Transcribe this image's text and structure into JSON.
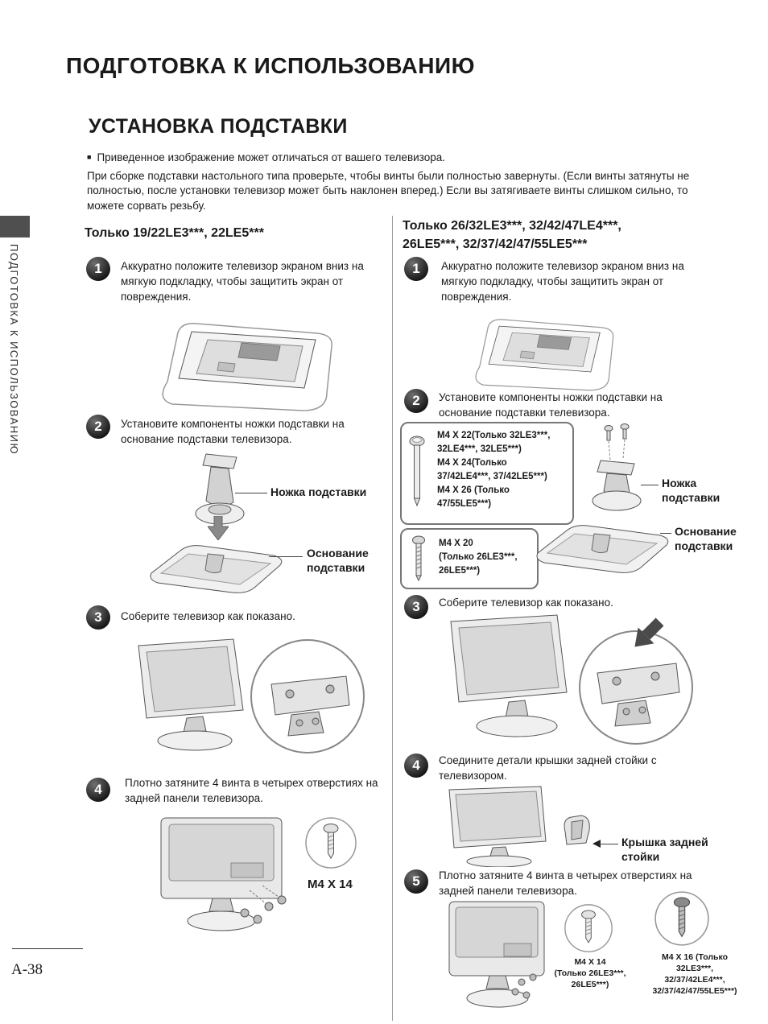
{
  "header": {
    "main_title": "ПОДГОТОВКА К ИСПОЛЬЗОВАНИЮ",
    "section_title": "УСТАНОВКА ПОДСТАВКИ",
    "note_bullet": "■",
    "note": "Приведенное изображение может отличаться от вашего телевизора.",
    "intro": "При сборке подставки настольного типа проверьте, чтобы винты были полностью завернуты. (Если винты затянуты не полностью, после установки телевизор может быть наклонен вперед.) Если вы затягиваете винты слишком сильно, то можете сорвать резьбу."
  },
  "sidebar": {
    "text": "ПОДГОТОВКА К ИСПОЛЬЗОВАНИЮ"
  },
  "footer": {
    "page_number": "A-38"
  },
  "left": {
    "heading": "Только 19/22LE3***, 22LE5***",
    "steps": [
      {
        "num": "1",
        "text": "Аккуратно положите телевизор экраном вниз на мягкую подкладку, чтобы защитить экран от повреждения."
      },
      {
        "num": "2",
        "text": "Установите компоненты ножки подставки  на основание подставки телевизора."
      },
      {
        "num": "3",
        "text": "Соберите телевизор как показано."
      },
      {
        "num": "4",
        "text": "Плотно затяните 4 винта в четырех отверстиях на задней панели телевизора."
      }
    ],
    "labels": {
      "leg": "Ножка подставки",
      "base1": "Основание",
      "base2": "подставки",
      "screw": "M4 X 14"
    }
  },
  "right": {
    "heading1": "Только 26/32LE3***, 32/42/47LE4***,",
    "heading2": "26LE5***, 32/37/42/47/55LE5***",
    "steps": [
      {
        "num": "1",
        "text": "Аккуратно положите телевизор экраном вниз на мягкую подкладку, чтобы защитить экран от повреждения."
      },
      {
        "num": "2",
        "text": "Установите компоненты ножки подставки  на основание подставки телевизора."
      },
      {
        "num": "3",
        "text": "Соберите телевизор как показано."
      },
      {
        "num": "4",
        "text": "Соедините детали крышки задней стойки с телевизором."
      },
      {
        "num": "5",
        "text": "Плотно затяните 4 винта в четырех отверстиях на задней панели телевизора."
      }
    ],
    "box1_lines": [
      "M4 X 22(Только  32LE3***,",
      "32LE4***, 32LE5***)",
      "M4 X 24(Только",
      "37/42LE4***, 37/42LE5***)",
      "M4 X 26 (Только",
      "47/55LE5***)"
    ],
    "box2_lines": [
      "M4 X 20",
      "(Только 26LE3***,",
      "26LE5***)"
    ],
    "labels": {
      "leg1": "Ножка",
      "leg2": "подставки",
      "base1": "Основание",
      "base2": "подставки",
      "cover1": "Крышка задней",
      "cover2": "стойки"
    },
    "screwA_lines": [
      "M4 X 14",
      "(Только 26LE3***,",
      "26LE5***)"
    ],
    "screwB_lines": [
      "M4 X 16 (Только",
      "32LE3***,",
      "32/37/42LE4***,",
      "32/37/42/47/55LE5***)"
    ]
  }
}
